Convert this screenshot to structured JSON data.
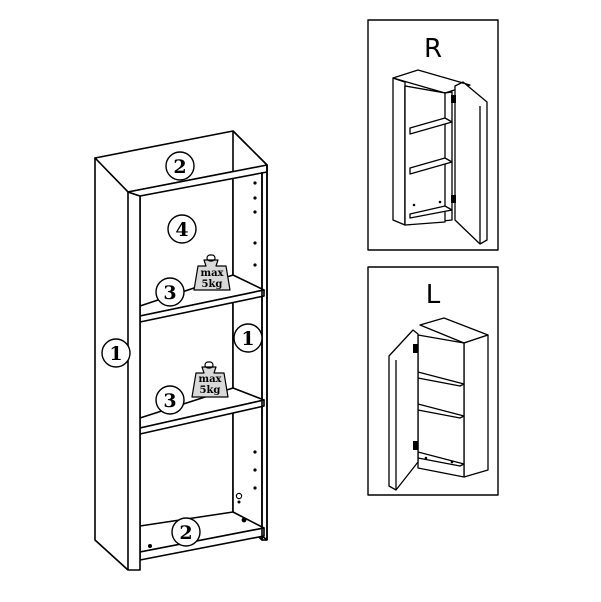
{
  "main_cabinet": {
    "labels": {
      "side_left": "1",
      "top_panel": "2",
      "back_panel": "4",
      "shelf_upper": "3",
      "side_inner": "1",
      "shelf_lower": "3",
      "bottom_panel": "2"
    },
    "weight_badge_upper": {
      "line1": "max",
      "line2": "5kg"
    },
    "weight_badge_lower": {
      "line1": "max",
      "line2": "5kg"
    }
  },
  "variants": {
    "right": {
      "label": "R"
    },
    "left": {
      "label": "L"
    }
  },
  "colors": {
    "stroke": "#000000",
    "background": "#ffffff",
    "badge_fill": "#d9d9d9"
  }
}
